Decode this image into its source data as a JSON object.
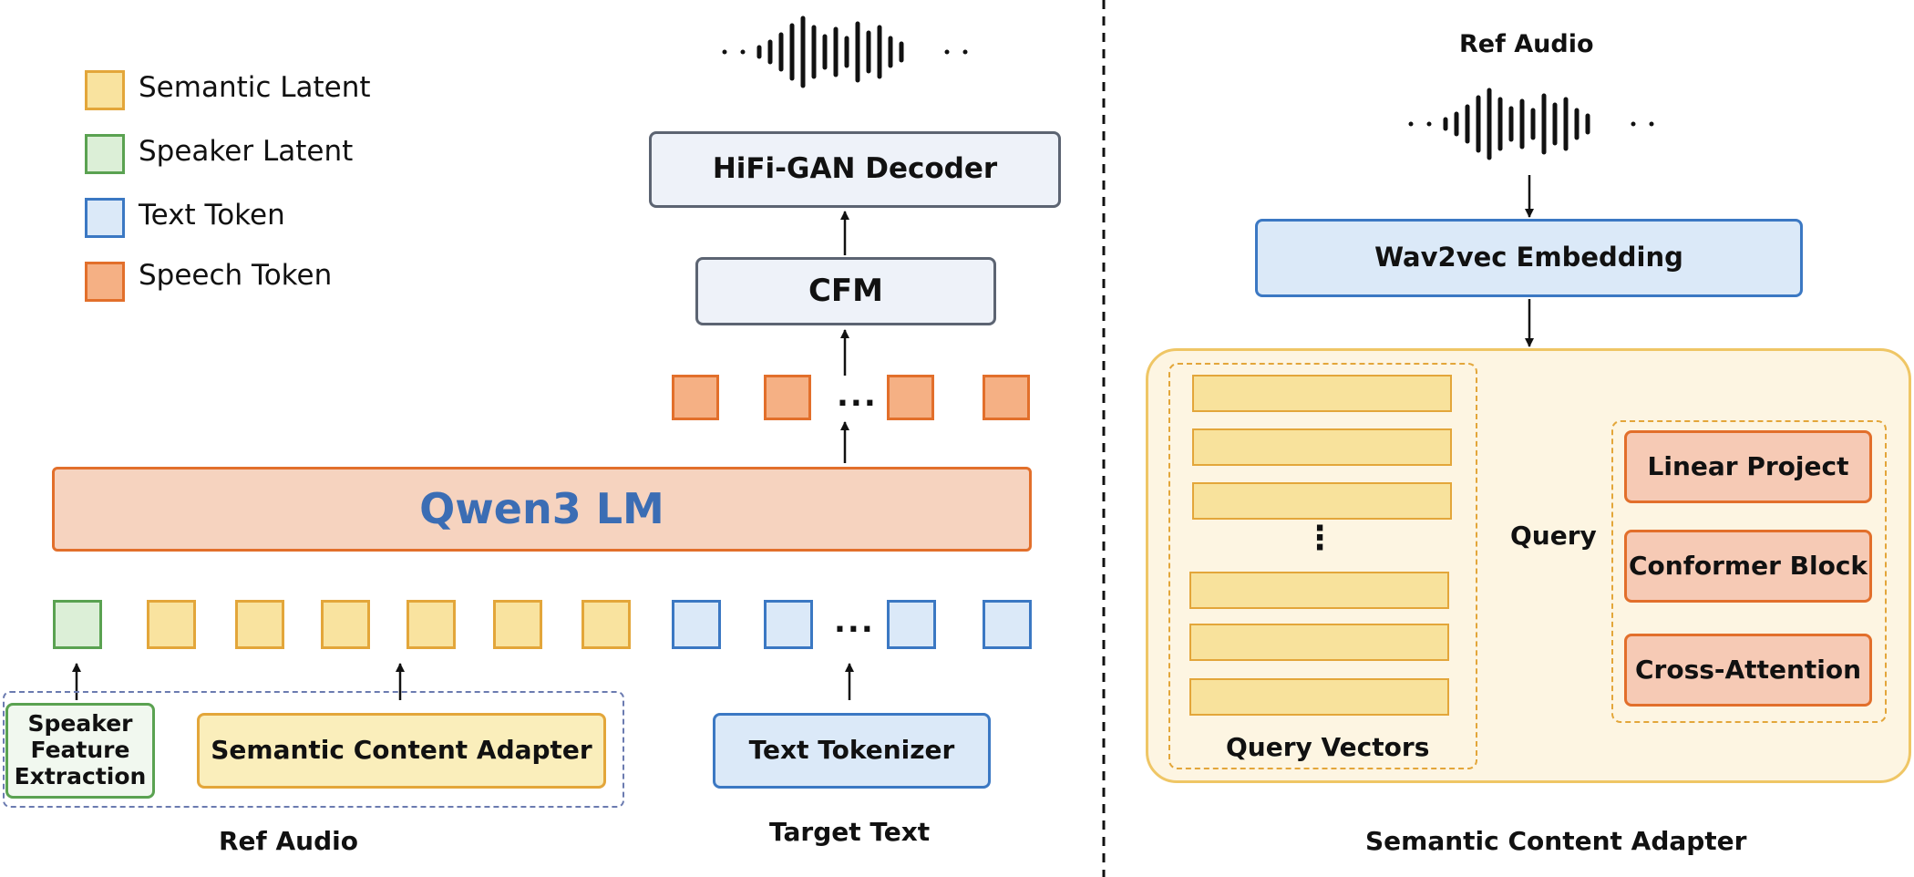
{
  "legend": {
    "semantic_latent": "Semantic Latent",
    "speaker_latent": "Speaker Latent",
    "text_token": "Text Token",
    "speech_token": "Speech Token"
  },
  "left": {
    "hifigan": "HiFi-GAN Decoder",
    "cfm": "CFM",
    "lm": "Qwen3 LM",
    "speaker_feature": "Speaker Feature Extraction",
    "semantic_adapter": "Semantic Content Adapter",
    "text_tokenizer": "Text Tokenizer",
    "ref_audio_caption": "Ref Audio",
    "target_text_caption": "Target Text",
    "ellipsis": "..."
  },
  "right": {
    "ref_audio_title": "Ref Audio",
    "wav2vec": "Wav2vec Embedding",
    "query_vectors": "Query Vectors",
    "query_label": "Query",
    "linear_project": "Linear Project",
    "conformer_block": "Conformer Block",
    "cross_attention": "Cross-Attention",
    "caption": "Semantic Content Adapter",
    "vertical_ellipsis": "⋮"
  },
  "colors": {
    "semantic_fill": "#f9e39f",
    "semantic_border": "#e3a63a",
    "speaker_fill": "#dcefd7",
    "speaker_border": "#5aa251",
    "text_fill": "#dbe9f8",
    "text_border": "#3b78c3",
    "speech_fill": "#f5b084",
    "speech_border": "#e26f2b",
    "lm_fill": "#f6d3bf",
    "lm_text": "#3b6db4",
    "module_fill": "#eef2f9",
    "module_border": "#5c6472"
  }
}
